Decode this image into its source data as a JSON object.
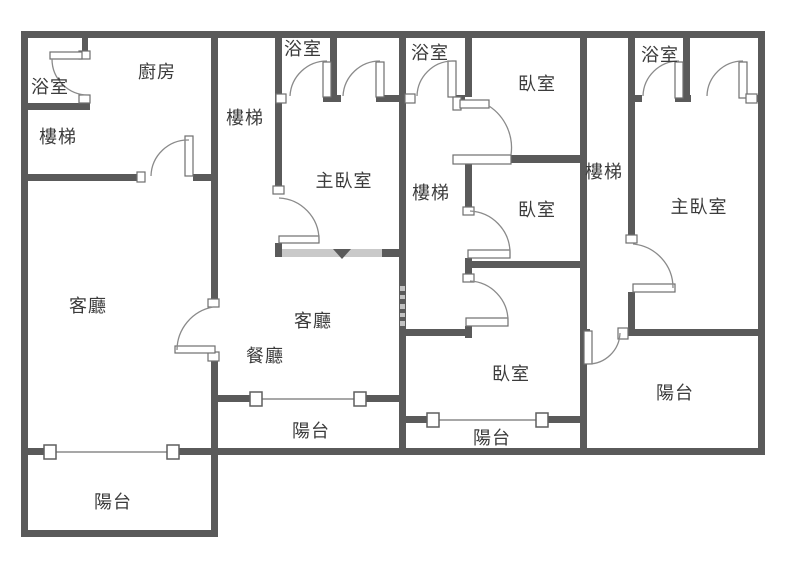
{
  "plan": {
    "type": "apartment-floor-plan",
    "background": "#ffffff",
    "wall_color": "#5a5a5a",
    "light_wall_color": "#c9c9c9",
    "line_color": "#8a8a8a",
    "text_color": "#3b3b3b"
  },
  "rooms": [
    {
      "id": "bathroom-a",
      "label": "浴室"
    },
    {
      "id": "kitchen",
      "label": "廚房"
    },
    {
      "id": "stairs-a",
      "label": "樓梯"
    },
    {
      "id": "stairs-b",
      "label": "樓梯"
    },
    {
      "id": "bathroom-b",
      "label": "浴室"
    },
    {
      "id": "master-bedroom-b",
      "label": "主臥室"
    },
    {
      "id": "bathroom-c",
      "label": "浴室"
    },
    {
      "id": "bedroom-c-top",
      "label": "臥室"
    },
    {
      "id": "stairs-c",
      "label": "樓梯"
    },
    {
      "id": "bedroom-c-middle",
      "label": "臥室"
    },
    {
      "id": "stairs-d",
      "label": "樓梯"
    },
    {
      "id": "bathroom-d",
      "label": "浴室"
    },
    {
      "id": "master-bedroom-d",
      "label": "主臥室"
    },
    {
      "id": "living-room-a",
      "label": "客廳"
    },
    {
      "id": "living-room-b",
      "label": "客廳"
    },
    {
      "id": "dining-room",
      "label": "餐廳"
    },
    {
      "id": "bedroom-c-bottom",
      "label": "臥室"
    },
    {
      "id": "balcony-a",
      "label": "陽台"
    },
    {
      "id": "balcony-b",
      "label": "陽台"
    },
    {
      "id": "balcony-c",
      "label": "陽台"
    },
    {
      "id": "balcony-d",
      "label": "陽台"
    }
  ]
}
